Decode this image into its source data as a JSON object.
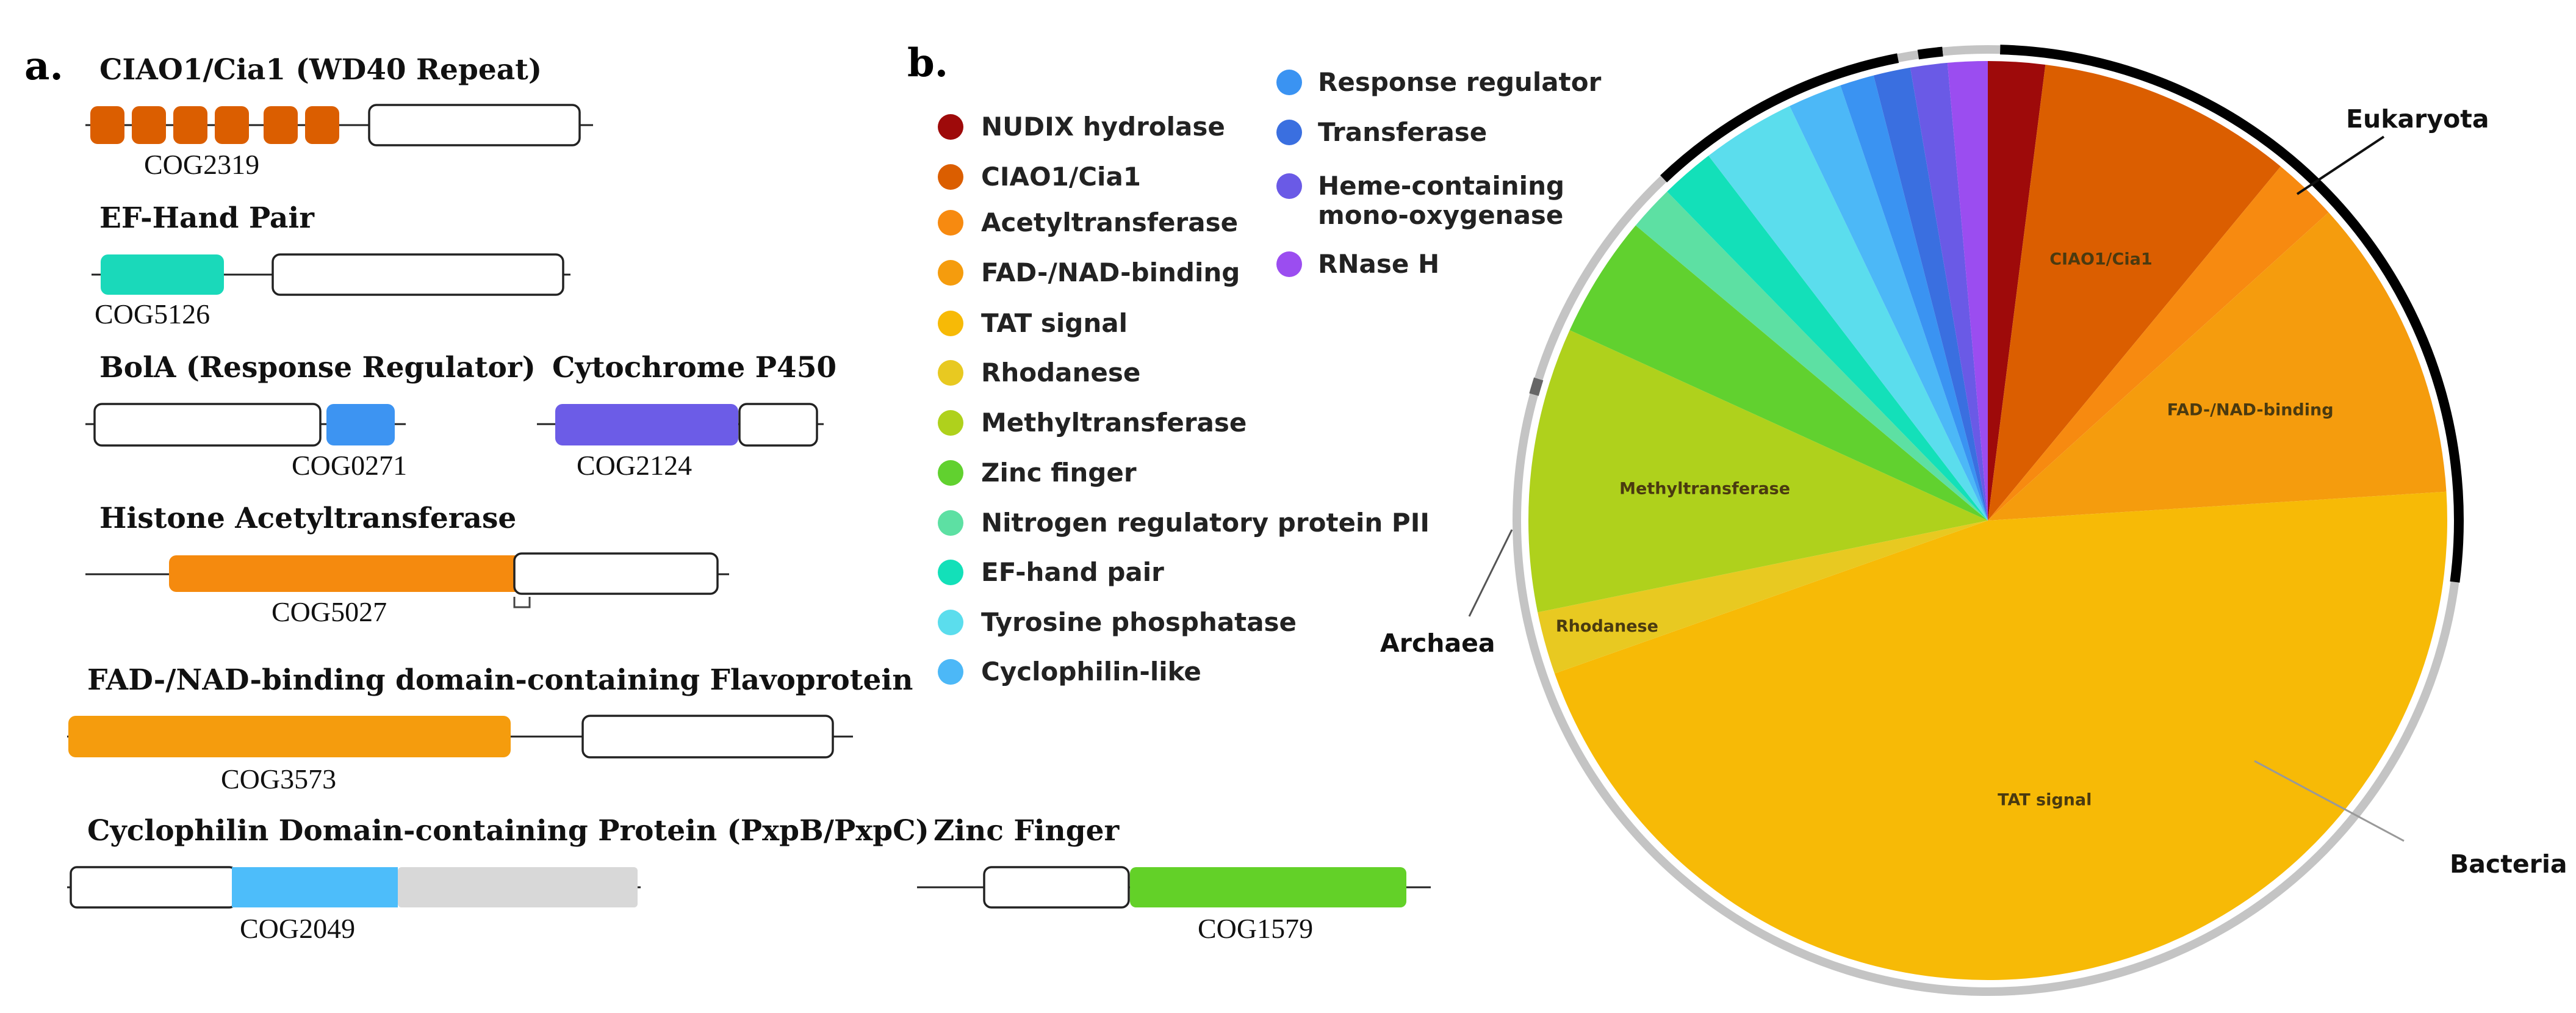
{
  "panel_a": {
    "letter": "a.",
    "proteins": [
      {
        "title": "CIAO1/Cia1 (WD40 Repeat)",
        "cog": "COG2319",
        "color": "#DB5E00"
      },
      {
        "title": "EF-Hand Pair",
        "cog": "COG5126",
        "color": "#1AD9BA"
      },
      {
        "title": "BolA (Response Regulator)",
        "cog": "COG0271",
        "color": "#3D94F2"
      },
      {
        "title": "Cytochrome P450",
        "cog": "COG2124",
        "color": "#6C5CE7"
      },
      {
        "title": "Histone Acetyltransferase",
        "cog": "COG5027",
        "color": "#F58A0E"
      },
      {
        "title": "FAD-/NAD-binding domain-containing Flavoprotein",
        "cog": "COG3573",
        "color": "#F59C0D"
      },
      {
        "title": "Cyclophilin Domain-containing Protein (PxpB/PxpC)",
        "cog": "COG2049",
        "color": "#4DBDFA",
        "extra_color": "#D8D8D8"
      },
      {
        "title": "Zinc Finger",
        "cog": "COG1579",
        "color": "#63D128"
      }
    ]
  },
  "panel_b": {
    "letter": "b.",
    "legend": [
      {
        "label": "NUDIX hydrolase",
        "color": "#9E0A0A"
      },
      {
        "label": "CIAO1/Cia1",
        "color": "#DB5E00"
      },
      {
        "label": "Acetyltransferase",
        "color": "#F78A10"
      },
      {
        "label": "FAD-/NAD-binding",
        "color": "#F59C0D"
      },
      {
        "label": "TAT signal",
        "color": "#F7BA06"
      },
      {
        "label": "Rhodanese",
        "color": "#E8C921"
      },
      {
        "label": "Methyltransferase",
        "color": "#AFD11C"
      },
      {
        "label": "Zinc finger",
        "color": "#61D12F"
      },
      {
        "label": "Nitrogen regulatory protein PII",
        "color": "#5DE0A3"
      },
      {
        "label": "EF-hand pair",
        "color": "#13E0B9"
      },
      {
        "label": "Tyrosine phosphatase",
        "color": "#5BDDED"
      },
      {
        "label": "Cyclophilin-like",
        "color": "#4CB8F7"
      },
      {
        "label": "Response regulator",
        "color": "#3A93F2"
      },
      {
        "label": "Transferase",
        "color": "#3A6FE0"
      },
      {
        "label": "Heme-containing mono-oxygenase",
        "color": "#6A5AE6"
      },
      {
        "label": "RNase H",
        "color": "#9B4DF0"
      }
    ],
    "ring_labels": {
      "eukaryota": "Eukaryota",
      "archaea": "Archaea",
      "bacteria": "Bacteria"
    },
    "ring_colors": {
      "eukaryota": "#000000",
      "bacteria": "#C4C4C4",
      "archaea": "#666666"
    }
  },
  "chart_data": {
    "type": "pie",
    "title": "",
    "slices": [
      {
        "label": "NUDIX hydrolase",
        "value": 2.0,
        "color": "#9E0A0A",
        "slice_label": ""
      },
      {
        "label": "CIAO1/Cia1",
        "value": 9.0,
        "color": "#DB5E00",
        "slice_label": "CIAO1/Cia1"
      },
      {
        "label": "Acetyltransferase",
        "value": 2.3,
        "color": "#F78A10",
        "slice_label": ""
      },
      {
        "label": "FAD-/NAD-binding",
        "value": 10.7,
        "color": "#F59C0D",
        "slice_label": "FAD-/NAD-binding"
      },
      {
        "label": "TAT signal",
        "value": 45.6,
        "color": "#F7BA06",
        "slice_label": "TAT signal"
      },
      {
        "label": "Rhodanese",
        "value": 2.2,
        "color": "#E8C921",
        "slice_label": "Rhodanese"
      },
      {
        "label": "Methyltransferase",
        "value": 10.0,
        "color": "#AFD11C",
        "slice_label": "Methyltransferase"
      },
      {
        "label": "Zinc finger",
        "value": 4.3,
        "color": "#61D12F",
        "slice_label": ""
      },
      {
        "label": "Nitrogen regulatory protein PII",
        "value": 1.6,
        "color": "#5DE0A3",
        "slice_label": ""
      },
      {
        "label": "EF-hand pair",
        "value": 1.9,
        "color": "#13E0B9",
        "slice_label": ""
      },
      {
        "label": "Tyrosine phosphatase",
        "value": 3.3,
        "color": "#5BDDED",
        "slice_label": ""
      },
      {
        "label": "Cyclophilin-like",
        "value": 1.9,
        "color": "#4CB8F7",
        "slice_label": ""
      },
      {
        "label": "Response regulator",
        "value": 1.2,
        "color": "#3A93F2",
        "slice_label": ""
      },
      {
        "label": "Transferase",
        "value": 1.3,
        "color": "#3A6FE0",
        "slice_label": ""
      },
      {
        "label": "Heme-containing mono-oxygenase",
        "value": 1.3,
        "color": "#6A5AE6",
        "slice_label": ""
      },
      {
        "label": "RNase H",
        "value": 1.4,
        "color": "#9B4DF0",
        "slice_label": ""
      }
    ]
  }
}
